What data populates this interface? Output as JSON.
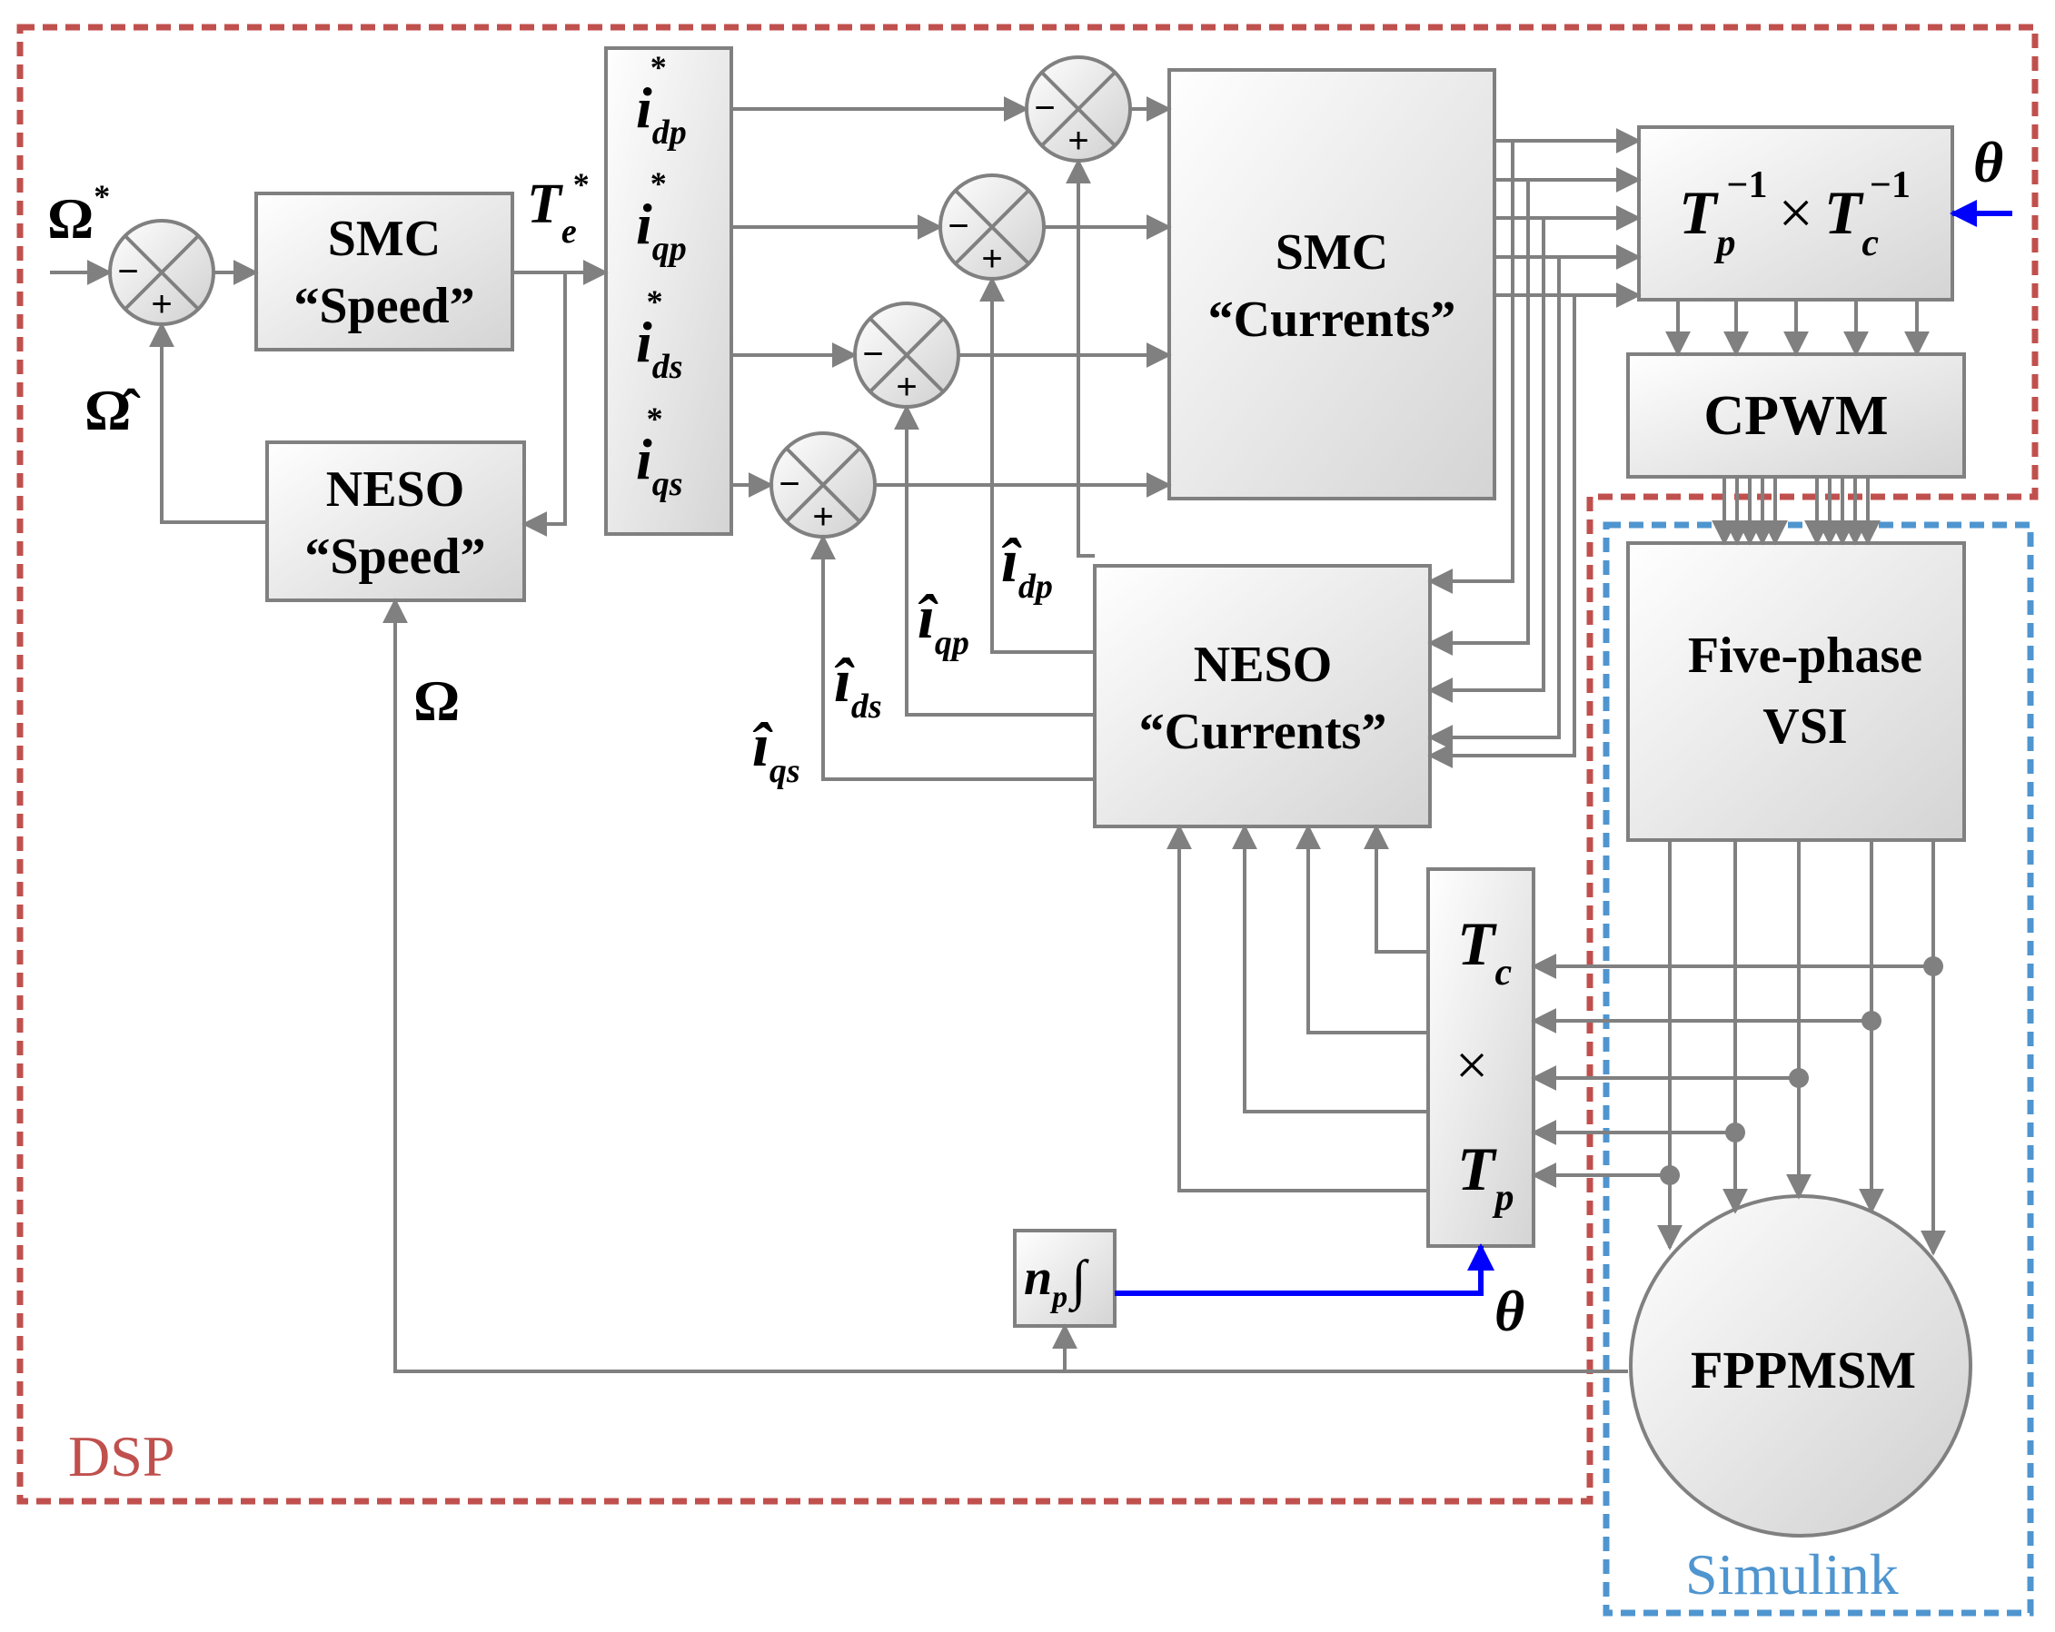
{
  "regions": {
    "dsp": "DSP",
    "simulink": "Simulink"
  },
  "blocks": {
    "smc_speed": {
      "line1": "SMC",
      "line2": "“Speed”"
    },
    "neso_speed": {
      "line1": "NESO",
      "line2": "“Speed”"
    },
    "smc_currents": {
      "line1": "SMC",
      "line2": "“Currents”"
    },
    "neso_currents": {
      "line1": "NESO",
      "line2": "“Currents”"
    },
    "cpwm": {
      "label": "CPWM"
    },
    "vsi": {
      "line1": "Five-phase",
      "line2": "VSI"
    },
    "fppmsm": {
      "label": "FPPMSM"
    },
    "inv_transform": {
      "t1": "T",
      "sub1": "p",
      "sup1": "−1",
      "op": "×",
      "t2": "T",
      "sub2": "c",
      "sup2": "−1"
    },
    "fwd_transform": {
      "t1": "T",
      "sub1": "c",
      "op": "×",
      "t2": "T",
      "sub2": "p"
    },
    "integrator": {
      "n": "n",
      "sub": "p",
      "int": "∫"
    }
  },
  "signals": {
    "omega_ref": {
      "base": "Ω",
      "sup": "*"
    },
    "omega_hat": {
      "base": "Ω̂"
    },
    "omega": {
      "base": "Ω"
    },
    "torque_ref": {
      "base": "T",
      "sub": "e",
      "sup": "*"
    },
    "theta_top": "θ",
    "theta_bottom": "θ",
    "refs": [
      {
        "base": "i",
        "sub": "dp",
        "sup": "*"
      },
      {
        "base": "i",
        "sub": "qp",
        "sup": "*"
      },
      {
        "base": "i",
        "sub": "ds",
        "sup": "*"
      },
      {
        "base": "i",
        "sub": "qs",
        "sup": "*"
      }
    ],
    "estimates": [
      {
        "base": "î",
        "sub": "dp"
      },
      {
        "base": "î",
        "sub": "qp"
      },
      {
        "base": "î",
        "sub": "ds"
      },
      {
        "base": "î",
        "sub": "qs"
      }
    ]
  },
  "sum_signs": {
    "minus": "−",
    "plus": "+"
  },
  "colors": {
    "dsp": "#c0504d",
    "simulink": "#4f95cf",
    "theta_line": "#0000ff",
    "lines": "#808080"
  }
}
